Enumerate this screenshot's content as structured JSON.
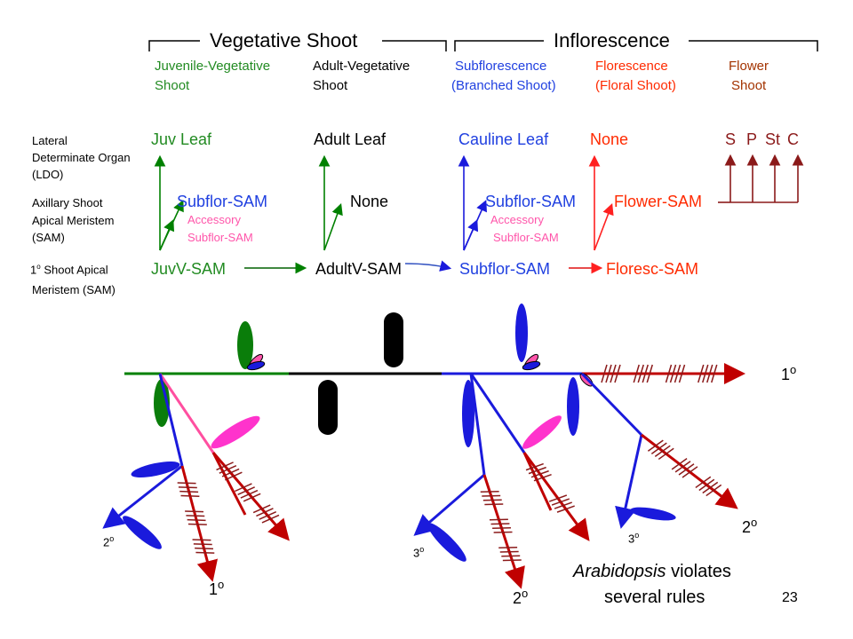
{
  "headers": {
    "vegetative": "Vegetative Shoot",
    "inflorescence": "Inflorescence"
  },
  "phases": {
    "juv_l1": "Juvenile-Vegetative",
    "juv_l2": "Shoot",
    "adult_l1": "Adult-Vegetative",
    "adult_l2": "Shoot",
    "subflor_l1": "Subflorescence",
    "subflor_l2": "(Branched Shoot)",
    "flor_l1": "Florescence",
    "flor_l2": "(Floral Shoot)",
    "flower_l1": "Flower",
    "flower_l2": "Shoot"
  },
  "row_labels": {
    "lateral_1": "Lateral",
    "lateral_2": "Determinate Organ",
    "lateral_3": "(LDO)",
    "axillary_1": "Axillary Shoot",
    "axillary_2": "Apical Meristem",
    "axillary_3": "(SAM)",
    "primary_1": "Shoot Apical",
    "primary_prefix": "1",
    "primary_sup": "o",
    "primary_2": "Meristem (SAM)"
  },
  "lateral_row": {
    "juv": "Juv Leaf",
    "adult": "Adult Leaf",
    "cauline": "Cauline Leaf",
    "none": "None",
    "floral_organs": [
      "S",
      "P",
      "St",
      "C"
    ]
  },
  "axillary_row": {
    "juv": "Subflor-SAM",
    "adult": "None",
    "subflor": "Subflor-SAM",
    "flor": "Flower-SAM",
    "accessory_juv_1": "Accessory",
    "accessory_juv_2": "Subflor-SAM",
    "accessory_subflor_1": "Accessory",
    "accessory_subflor_2": "Subflor-SAM"
  },
  "primary_row": {
    "juv": "JuvV-SAM",
    "adult": "AdultV-SAM",
    "subflor": "Subflor-SAM",
    "flor": "Floresc-SAM"
  },
  "diagram_labels": {
    "main_axis": "1",
    "left_branch": "2",
    "left_primary": "1",
    "mid_third": "3",
    "mid_second": "2",
    "right_third": "3",
    "right_second": "2",
    "sup": "o"
  },
  "note": {
    "line1": "Arabidopsis",
    "line1_rest": " violates",
    "line2": "several rules"
  },
  "page_number": "23",
  "colors": {
    "green_dark": "#008000",
    "green_text": "#2e8b2e",
    "black": "#000000",
    "blue": "#1a1adc",
    "red": "#ff2020",
    "dark_red": "#c00000",
    "maroon": "#8b1a1a",
    "pink": "#ff4fa0",
    "magenta": "#ff33cc",
    "juv_text": "#228b22",
    "subflor_text": "#2040e0",
    "flor_text": "#ff2a00",
    "flower_text": "#a33300"
  }
}
